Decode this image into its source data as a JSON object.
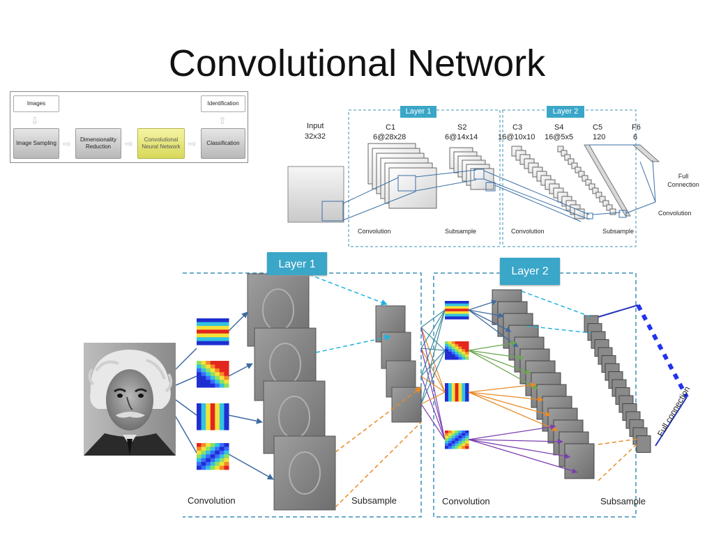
{
  "slide": {
    "title": "Convolutional Network"
  },
  "pipeline": {
    "images": "Images",
    "sampling": "Image Sampling",
    "dimensionality": "Dimensionality Reduction",
    "cnn": "Convolutional Neural Network",
    "classification": "Classification",
    "identification": "Identification"
  },
  "lenet": {
    "input_label": "Input",
    "input_size": "32x32",
    "c1_label": "C1",
    "c1_size": "6@28x28",
    "s2_label": "S2",
    "s2_size": "6@14x14",
    "c3_label": "C3",
    "c3_size": "16@10x10",
    "s4_label": "S4",
    "s4_size": "16@5x5",
    "c5_label": "C5",
    "c5_size": "120",
    "f6_label": "F6",
    "f6_size": "6",
    "layer1_tag": "Layer 1",
    "layer2_tag": "Layer 2",
    "convolution1": "Convolution",
    "subsample1": "Subsample",
    "convolution2": "Convolution",
    "subsample2": "Subsample",
    "full_connection": "Full Connection",
    "convolution_out": "Convolution"
  },
  "bottom": {
    "layer1_tag": "Layer 1",
    "layer2_tag": "Layer 2",
    "convolution1": "Convolution",
    "subsample1": "Subsample",
    "convolution2": "Convolution",
    "subsample2": "Subsample",
    "full_connection": "Full connection"
  }
}
